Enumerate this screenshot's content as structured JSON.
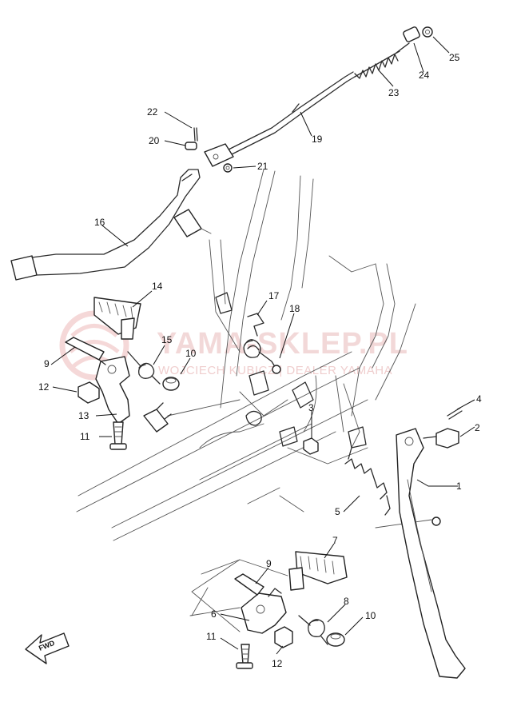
{
  "watermark": {
    "brand": "YAMA-SKLEP.PL",
    "tagline": "WOJCIECH KUBICZ | DEALER YAMAHA",
    "color": "#e9b9b9"
  },
  "fwd_label": "FWD",
  "callouts": [
    {
      "id": "1",
      "label": "1"
    },
    {
      "id": "2",
      "label": "2"
    },
    {
      "id": "3",
      "label": "3"
    },
    {
      "id": "4",
      "label": "4"
    },
    {
      "id": "5",
      "label": "5"
    },
    {
      "id": "6",
      "label": "6"
    },
    {
      "id": "7",
      "label": "7"
    },
    {
      "id": "8",
      "label": "8"
    },
    {
      "id": "9a",
      "label": "9"
    },
    {
      "id": "9b",
      "label": "9"
    },
    {
      "id": "10a",
      "label": "10"
    },
    {
      "id": "10b",
      "label": "10"
    },
    {
      "id": "11a",
      "label": "11"
    },
    {
      "id": "11b",
      "label": "11"
    },
    {
      "id": "12a",
      "label": "12"
    },
    {
      "id": "12b",
      "label": "12"
    },
    {
      "id": "13",
      "label": "13"
    },
    {
      "id": "14",
      "label": "14"
    },
    {
      "id": "15",
      "label": "15"
    },
    {
      "id": "16",
      "label": "16"
    },
    {
      "id": "17",
      "label": "17"
    },
    {
      "id": "18",
      "label": "18"
    },
    {
      "id": "19",
      "label": "19"
    },
    {
      "id": "20",
      "label": "20"
    },
    {
      "id": "21",
      "label": "21"
    },
    {
      "id": "22",
      "label": "22"
    },
    {
      "id": "23",
      "label": "23"
    },
    {
      "id": "24",
      "label": "24"
    },
    {
      "id": "25",
      "label": "25"
    }
  ]
}
